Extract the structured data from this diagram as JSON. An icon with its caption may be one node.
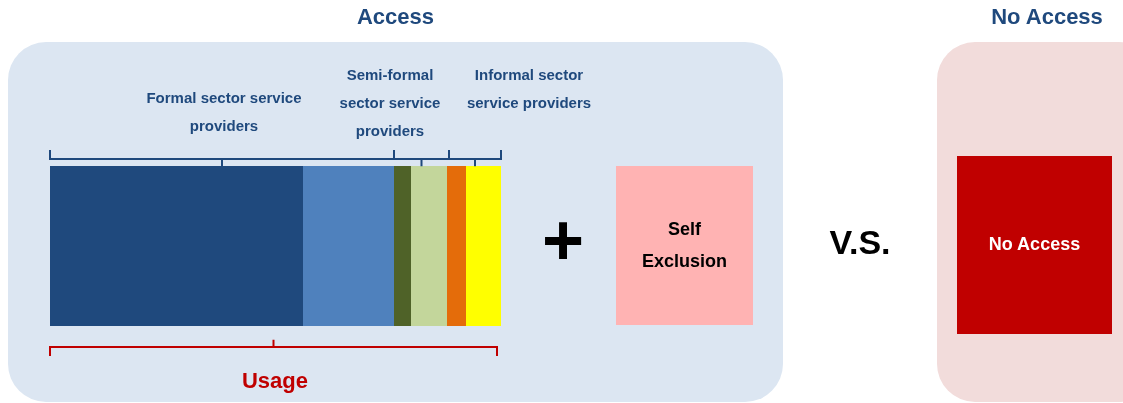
{
  "diagram": {
    "nodes": [
      {
        "text": [
          "Access"
        ]
      },
      {
        "text": [
          "Self Exclusion"
        ],
        "in": 0
      },
      {
        "text": [
          "No Access"
        ]
      },
      {
        "text": [
          "No Access"
        ],
        "in": 2
      }
    ],
    "labels": [
      "Formal sector service providers",
      "Semi-formal sector service providers",
      "Informal sector service providers",
      "+",
      "Usage",
      "V.S."
    ]
  }
}
